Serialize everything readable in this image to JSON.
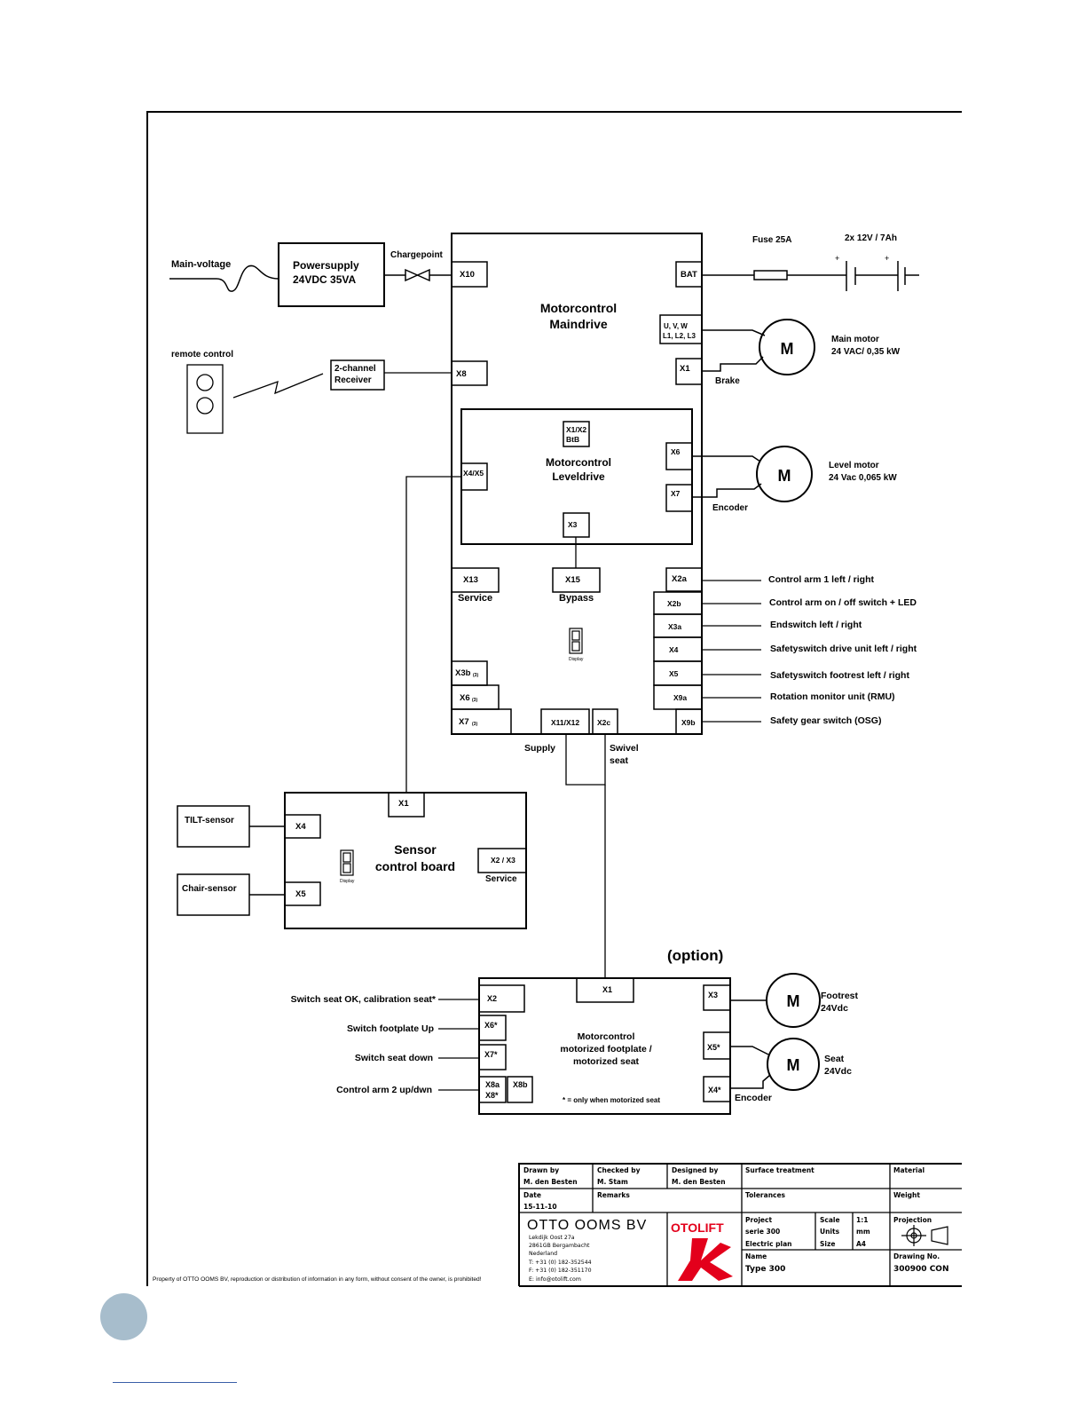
{
  "boards": {
    "maindrive": {
      "title1": "Motorcontrol",
      "title2": "Maindrive"
    },
    "leveldrive": {
      "title1": "Motorcontrol",
      "title2": "Leveldrive"
    },
    "sensor": {
      "title1": "Sensor",
      "title2": "control board"
    },
    "footplate": {
      "title1": "Motorcontrol",
      "title2": "motorized footplate  /",
      "title3": "motorized seat",
      "note": "* = only when motorized seat",
      "option": "(option)"
    },
    "powersupply": {
      "line1": "Powersupply",
      "line2": "24VDC 35VA"
    },
    "receiver": {
      "line1": "2-channel",
      "line2": "Receiver"
    }
  },
  "connectors": {
    "x10": "X10",
    "x8": "X8",
    "bat": "BAT",
    "uvw1": "U, V, W",
    "uvw2": "L1, L2, L3",
    "x1": "X1",
    "x1x2_1": "X1/X2",
    "x1x2_2": "BtB",
    "x6": "X6",
    "x7": "X7",
    "x4x5": "X4/X5",
    "x3": "X3",
    "x13": "X13",
    "x15": "X15",
    "x2a": "X2a",
    "x2b": "X2b",
    "x3a": "X3a",
    "x4": "X4",
    "x5": "X5",
    "x9a": "X9a",
    "x9b": "X9b",
    "x3b": "X3b",
    "x3b_sub": "(3)",
    "x6b": "X6",
    "x6b_sub": "(3)",
    "x7b": "X7",
    "x7b_sub": "(3)",
    "x11x12": "X11/X12",
    "x2c": "X2c",
    "s_x1": "X1",
    "s_x4": "X4",
    "s_x5": "X5",
    "s_x2x3": "X2 / X3",
    "f_x1": "X1",
    "f_x2": "X2",
    "f_x6": "X6*",
    "f_x7": "X7*",
    "f_x8a": "X8a",
    "f_x8s": "X8*",
    "f_x8b": "X8b",
    "f_x3": "X3",
    "f_x5": "X5*",
    "f_x4": "X4*"
  },
  "labels": {
    "main_voltage": "Main-voltage",
    "chargepoint": "Chargepoint",
    "remote_control": "remote control",
    "fuse": "Fuse 25A",
    "battery": "2x 12V / 7Ah",
    "plus": "+",
    "main_motor1": "Main motor",
    "main_motor2": "24 VAC/ 0,35 kW",
    "brake": "Brake",
    "level_motor1": "Level motor",
    "level_motor2": "24 Vac 0,065 kW",
    "encoder": "Encoder",
    "service": "Service",
    "bypass": "Bypass",
    "display": "Display",
    "supply": "Supply",
    "swivel1": "Swivel",
    "swivel2": "seat",
    "tilt": "TILT-sensor",
    "chair": "Chair-sensor",
    "footrest1": "Footrest",
    "footrest2": "24Vdc",
    "seat1": "Seat",
    "seat2": "24Vdc",
    "motor": "M"
  },
  "signals_right": [
    "Control arm 1 left / right",
    "Control arm on / off switch + LED",
    "Endswitch left / right",
    "Safetyswitch drive unit left / right",
    "Safetyswitch footrest left / right",
    "Rotation monitor unit (RMU)",
    "Safety gear switch (OSG)"
  ],
  "signals_left": [
    "Switch seat OK, calibration seat*",
    "Switch footplate Up",
    "Switch seat down",
    "Control arm 2 up/dwn"
  ],
  "title_block": {
    "drawn_by_h": "Drawn  by",
    "drawn_by": "M.  den  Besten",
    "checked_by_h": "Checked  by",
    "checked_by": "M.  Stam",
    "designed_by_h": "Designed  by",
    "designed_by": "M.  den  Besten",
    "surface_h": "Surface  treatment",
    "material_h": "Material",
    "date_h": "Date",
    "date": "15-11-10",
    "remarks_h": "Remarks",
    "tolerances_h": "Tolerances",
    "weight_h": "Weight",
    "company": "OTTO OOMS BV",
    "address": [
      "Lekdijk Oost 27a",
      "2861GB Bergambacht",
      "Nederland",
      "T: +31 (0) 182-352544",
      "F: +31 (0) 182-351170",
      "E: info@otolift.com"
    ],
    "logo": "OTOLIFT",
    "project_h": "Project",
    "project1": "serie  300",
    "project2": "Electric  plan",
    "scale_h": "Scale",
    "scale": "1:1",
    "units_h": "Units",
    "units": "mm",
    "size_h": "Size",
    "size": "A4",
    "projection_h": "Projection",
    "name_h": "Name",
    "name": "Type  300",
    "drawing_no_h": "Drawing  No.",
    "drawing_no": "300900  CON"
  },
  "copyright": "Property of OTTO OOMS BV, reproduction or distribution of information in any form, without consent of the owner, is prohibited!"
}
